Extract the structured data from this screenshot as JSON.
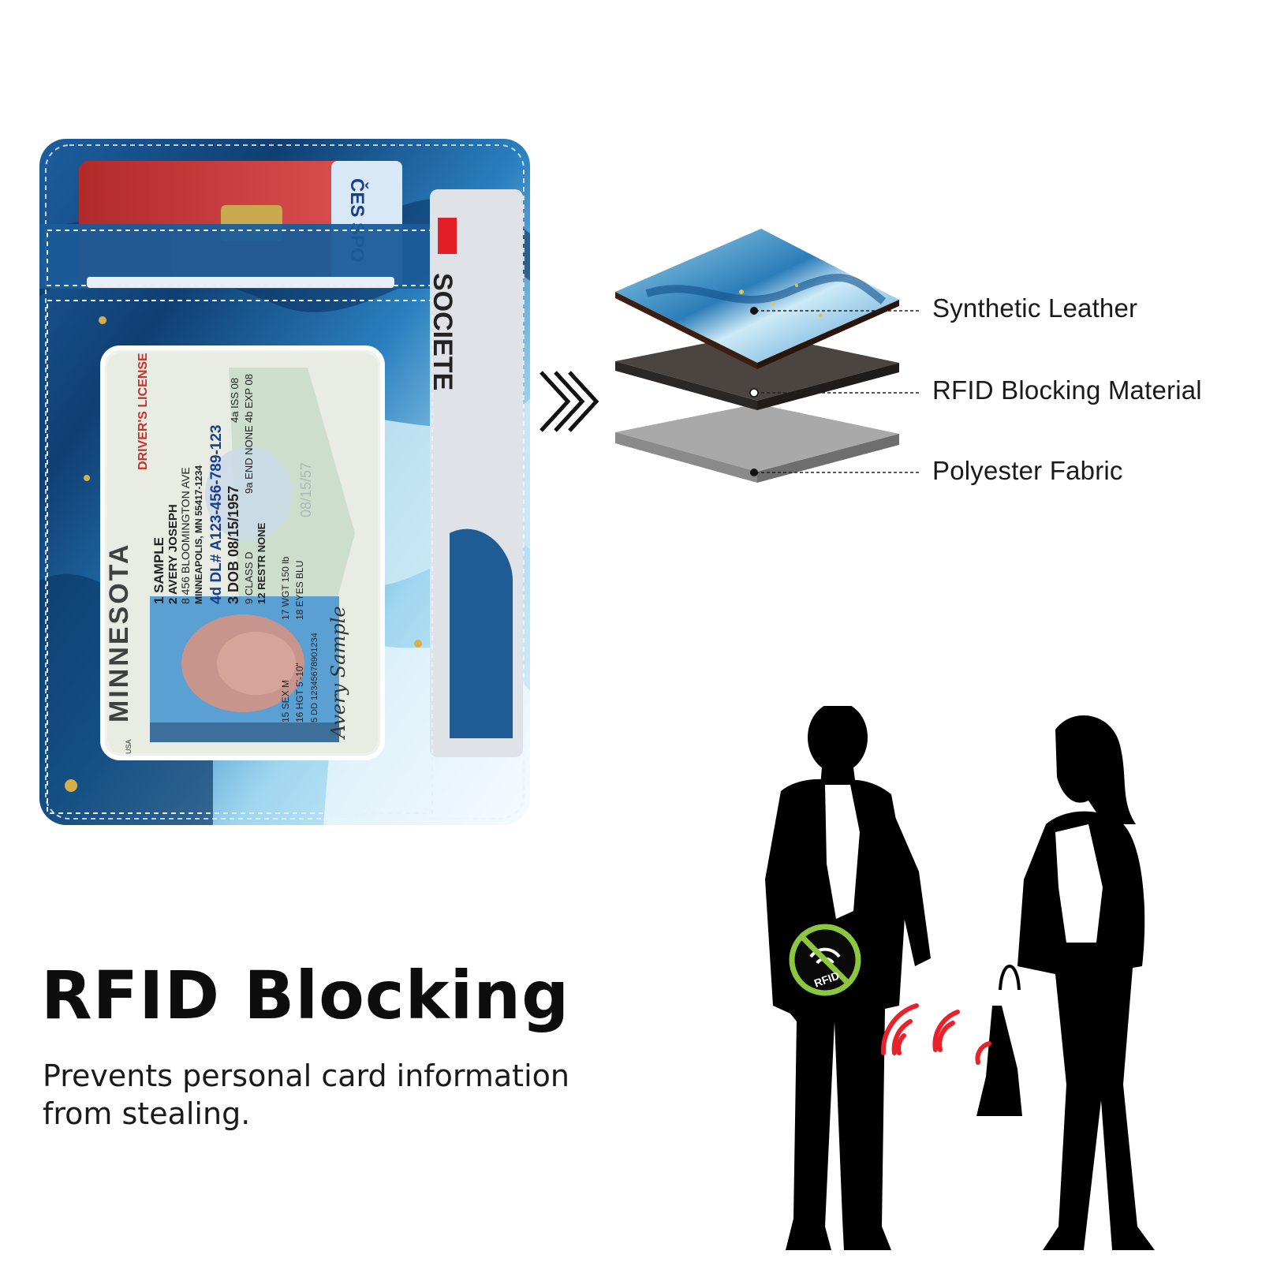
{
  "wallet": {
    "id_card": {
      "state": "MINNESOTA",
      "type": "DRIVER'S LICENSE",
      "country": "USA",
      "lines": [
        "1 SAMPLE",
        "2 AVERY JOSEPH",
        "8 456 BLOOMINGTON AVE",
        "MINNEAPOLIS, MN 55417-1234"
      ],
      "dl_number": "4d DL# A123-456-789-123",
      "dob": "3 DOB 08/15/1957",
      "class": "9 CLASS D",
      "restr": "12 RESTR NONE",
      "end": "9a END NONE",
      "iss": "4a ISS 08",
      "exp": "4b EXP 08",
      "sex": "15 SEX M",
      "hgt": "16 HGT 5'-10\"",
      "wgt": "17 WGT 150 lb",
      "eyes": "18 EYES BLU",
      "dd": "5 DD 12345678901234",
      "ghost_dob": "08/15/57",
      "signature": "Avery Sample"
    },
    "top_card_text": "ČES SPO",
    "side_card_text": "SOCIETE"
  },
  "layers": {
    "items": [
      {
        "label": "Synthetic Leather"
      },
      {
        "label": "RFID Blocking Material"
      },
      {
        "label": "Polyester Fabric"
      }
    ]
  },
  "headline": "RFID Blocking",
  "subline": "Prevents personal card information from stealing.",
  "badge_text": "RFID",
  "colors": {
    "accent_green": "#8dc63f",
    "signal_red": "#e8212b",
    "marble_dark": "#0f3f73",
    "marble_light": "#5fb8e2"
  }
}
